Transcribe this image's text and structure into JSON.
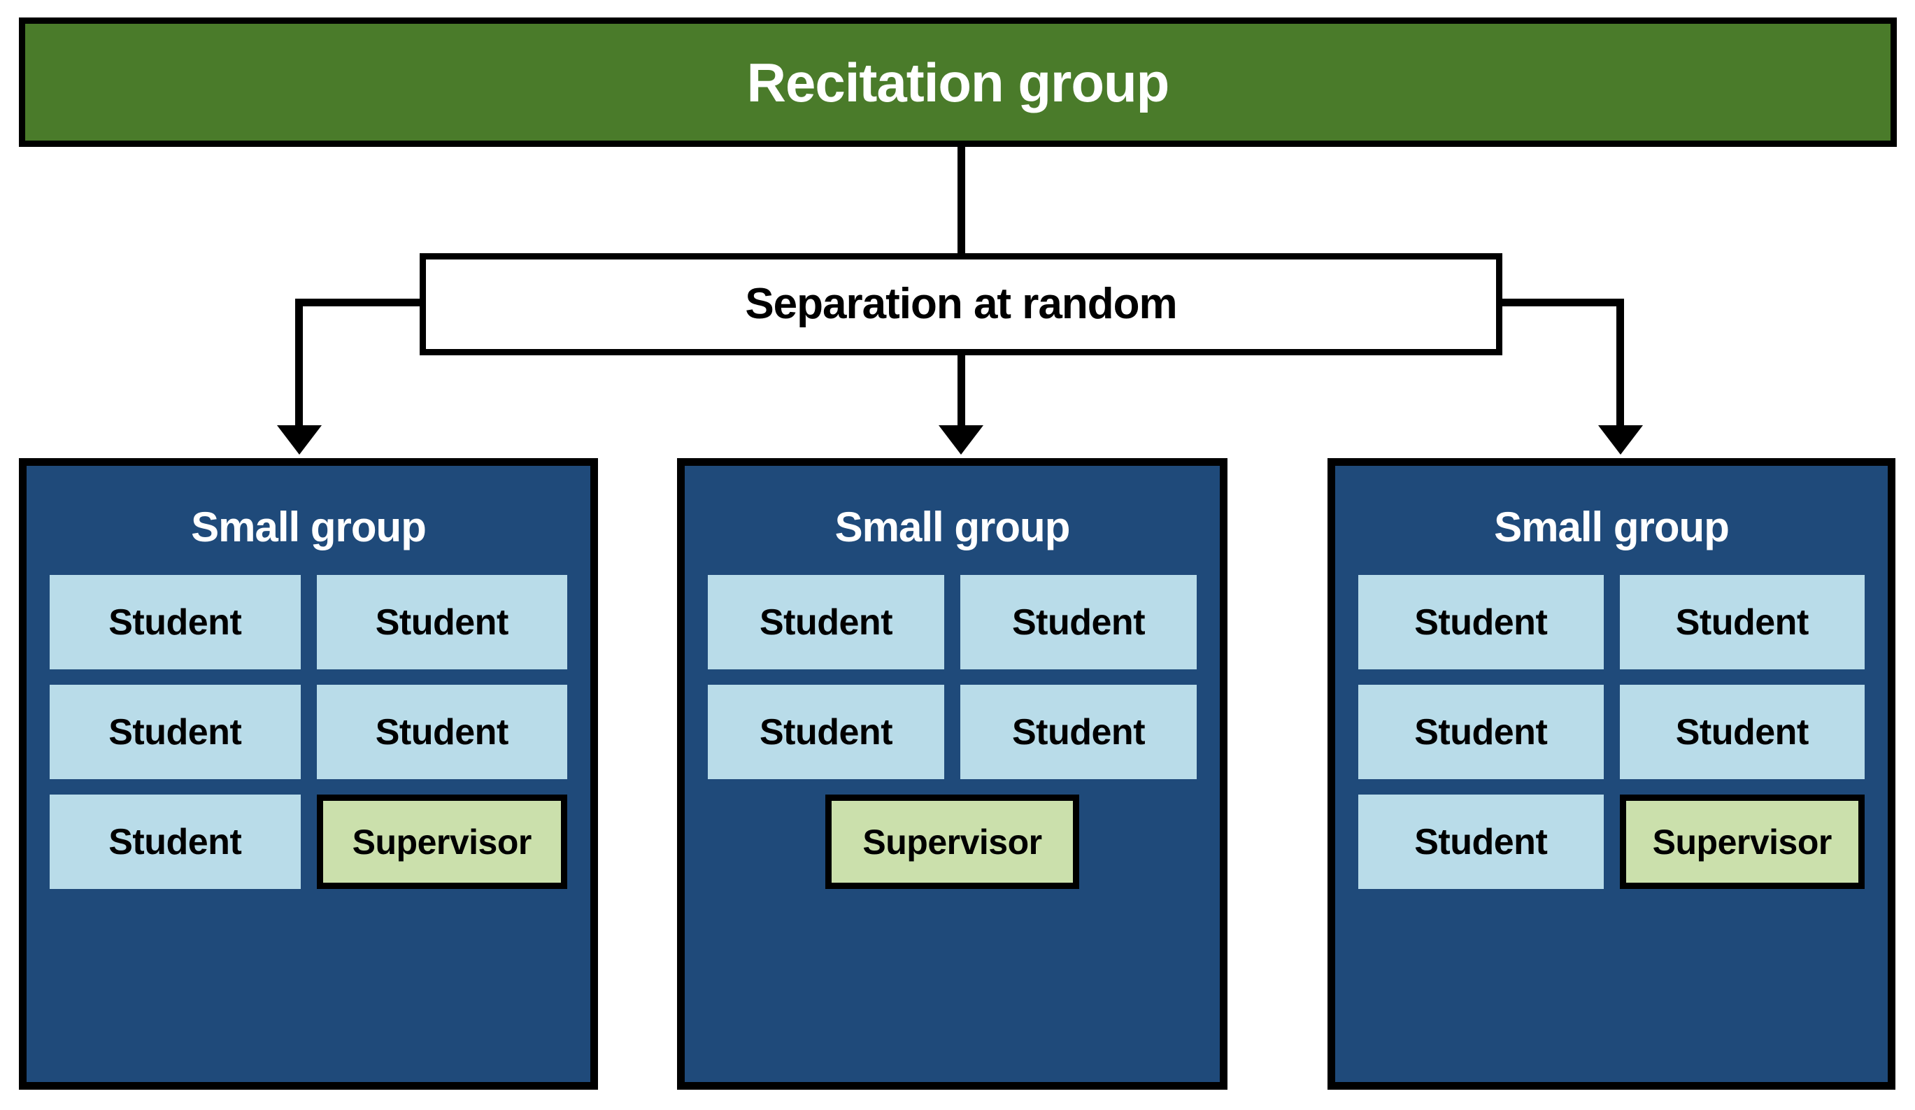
{
  "diagram": {
    "title": "Recitation group",
    "root": {
      "label": "Recitation group",
      "fill_color": "#4A7B2A",
      "text_color": "#FFFFFF"
    },
    "process": {
      "label": "Separation at random",
      "fill_color": "#FFFFFF",
      "text_color": "#000000"
    },
    "groups": [
      {
        "title": "Small group",
        "members": [
          {
            "role": "Student",
            "type": "student"
          },
          {
            "role": "Student",
            "type": "student"
          },
          {
            "role": "Student",
            "type": "student"
          },
          {
            "role": "Student",
            "type": "student"
          },
          {
            "role": "Student",
            "type": "student"
          },
          {
            "role": "Supervisor",
            "type": "supervisor"
          }
        ]
      },
      {
        "title": "Small group",
        "members": [
          {
            "role": "Student",
            "type": "student"
          },
          {
            "role": "Student",
            "type": "student"
          },
          {
            "role": "Student",
            "type": "student"
          },
          {
            "role": "Student",
            "type": "student"
          },
          {
            "role": "Supervisor",
            "type": "supervisor"
          }
        ]
      },
      {
        "title": "Small group",
        "members": [
          {
            "role": "Student",
            "type": "student"
          },
          {
            "role": "Student",
            "type": "student"
          },
          {
            "role": "Student",
            "type": "student"
          },
          {
            "role": "Student",
            "type": "student"
          },
          {
            "role": "Student",
            "type": "student"
          },
          {
            "role": "Supervisor",
            "type": "supervisor"
          }
        ]
      }
    ],
    "colors": {
      "root_green": "#4A7B2A",
      "panel_blue": "#1F4A7A",
      "student_light_blue": "#B9DCE9",
      "supervisor_green": "#CBE0AC",
      "outline_black": "#000000",
      "background_white": "#FFFFFF"
    }
  }
}
